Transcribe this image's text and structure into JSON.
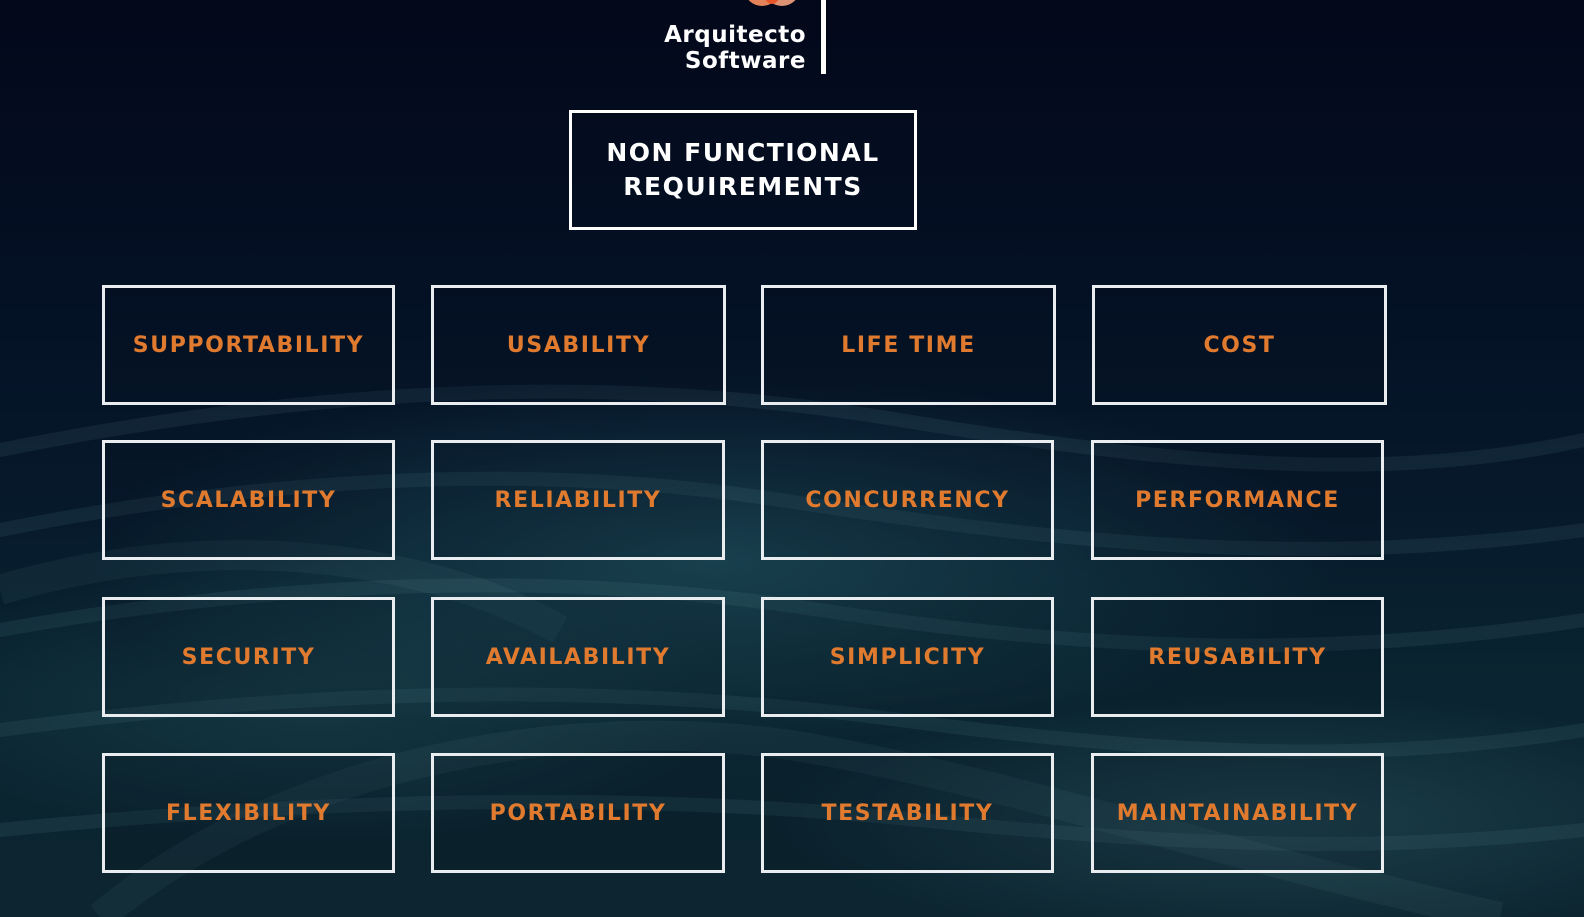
{
  "logo": {
    "line1": "Arquitecto",
    "line2": "Software"
  },
  "title": {
    "line1": "NON FUNCTIONAL",
    "line2": "REQUIREMENTS"
  },
  "requirements": [
    [
      "SUPPORTABILITY",
      "USABILITY",
      "LIFE TIME",
      "COST"
    ],
    [
      "SCALABILITY",
      "RELIABILITY",
      "CONCURRENCY",
      "PERFORMANCE"
    ],
    [
      "SECURITY",
      "AVAILABILITY",
      "SIMPLICITY",
      "REUSABILITY"
    ],
    [
      "FLEXIBILITY",
      "PORTABILITY",
      "TESTABILITY",
      "MAINTAINABILITY"
    ]
  ],
  "colors": {
    "accent": "#e07a2e",
    "border": "#e9edf0",
    "logo_orange": "#e8552a"
  }
}
